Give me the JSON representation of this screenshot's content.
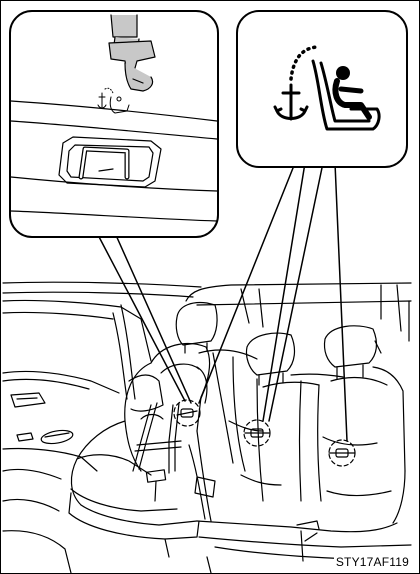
{
  "figure": {
    "code": "STY17AF119",
    "callouts": [
      {
        "name": "callout-tether-strap-hook",
        "icon": "child-seat-anchor-icon"
      },
      {
        "name": "callout-child-seat-anchor-symbol",
        "icon": "child-seat-anchor-icon"
      }
    ],
    "rear_seat_anchor_points": 3,
    "line_color": "#000000",
    "background": "#ffffff"
  }
}
